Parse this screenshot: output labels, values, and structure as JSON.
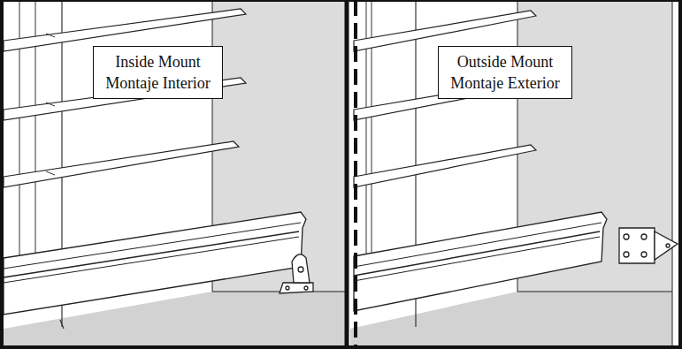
{
  "diagram": {
    "nodes": [
      {
        "text": [
          "Inside Mount",
          "Montaje Interior"
        ]
      },
      {
        "text": [
          "Outside Mount",
          "Montaje Exterior"
        ]
      }
    ]
  }
}
